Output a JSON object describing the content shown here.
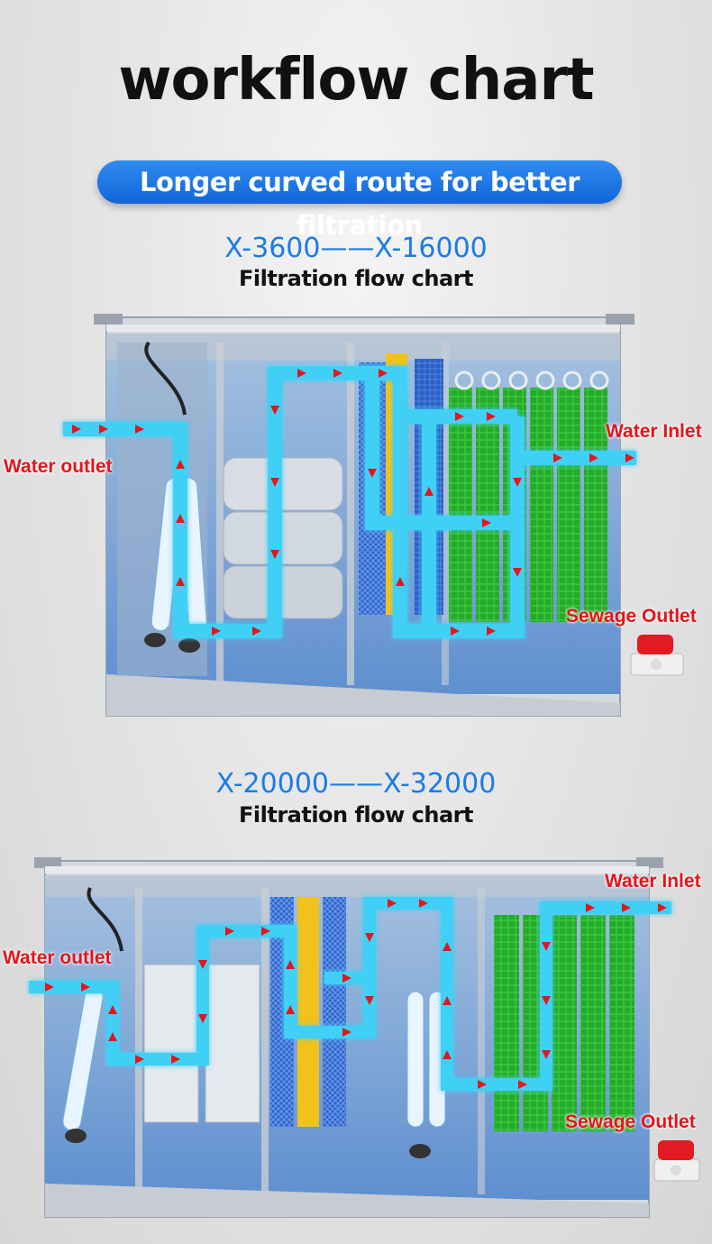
{
  "header": {
    "title": "workflow chart",
    "banner": "Longer curved route for better filtration"
  },
  "diagram1": {
    "model_range": "X-3600——X-16000",
    "subtitle": "Filtration flow chart",
    "labels": {
      "water_outlet": "Water outlet",
      "water_inlet": "Water Inlet",
      "sewage_outlet": "Sewage Outlet"
    }
  },
  "diagram2": {
    "model_range": "X-20000——X-32000",
    "subtitle": "Filtration flow chart",
    "labels": {
      "water_outlet": "Water outlet",
      "water_inlet": "Water Inlet",
      "sewage_outlet": "Sewage Outlet"
    }
  },
  "colors": {
    "accent_blue": "#1b7be8",
    "flow_blue": "#40d0f6",
    "arrow_red": "#e8141c",
    "label_red": "#e4141a",
    "bio_green": "#26b52a",
    "filter_blue": "#2f6ad8",
    "filter_yellow": "#f2c21a"
  },
  "icons": [
    "flow-arrow-icon",
    "uv-lamp-icon",
    "valve-icon"
  ]
}
